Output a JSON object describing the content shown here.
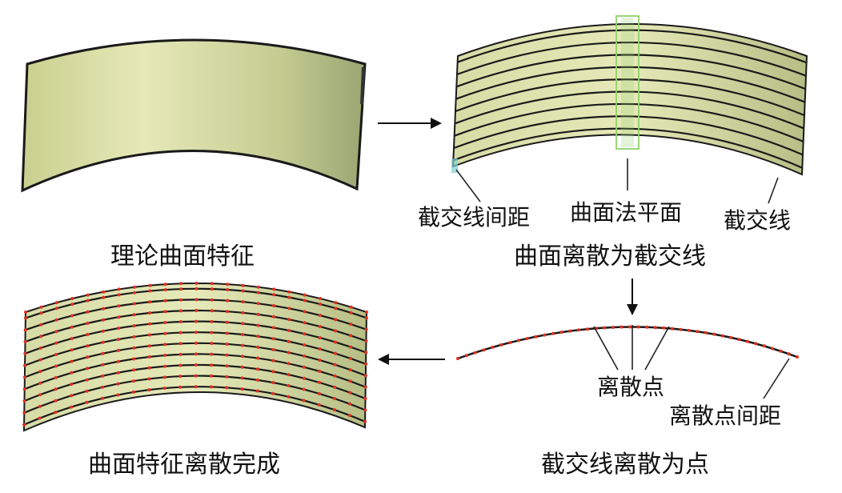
{
  "panels": {
    "theory": {
      "caption": "理论曲面特征"
    },
    "curves": {
      "caption": "曲面离散为截交线",
      "callouts": {
        "spacing": "截交线间距",
        "normal_plane": "曲面法平面",
        "line": "截交线"
      }
    },
    "points": {
      "caption": "截交线离散为点",
      "callouts": {
        "points": "离散点",
        "point_spacing": "离散点间距"
      }
    },
    "done": {
      "caption": "曲面特征离散完成"
    }
  },
  "colors": {
    "surface_light": "#e6e9b8",
    "surface_dark": "#9aa572",
    "edge": "#1a1a1a",
    "normal_plane": "#8fd16a",
    "discrete_point": "#e0301e",
    "arrow": "#111111"
  },
  "icons": [
    "arrow-right-icon",
    "arrow-down-icon",
    "arrow-left-icon"
  ]
}
